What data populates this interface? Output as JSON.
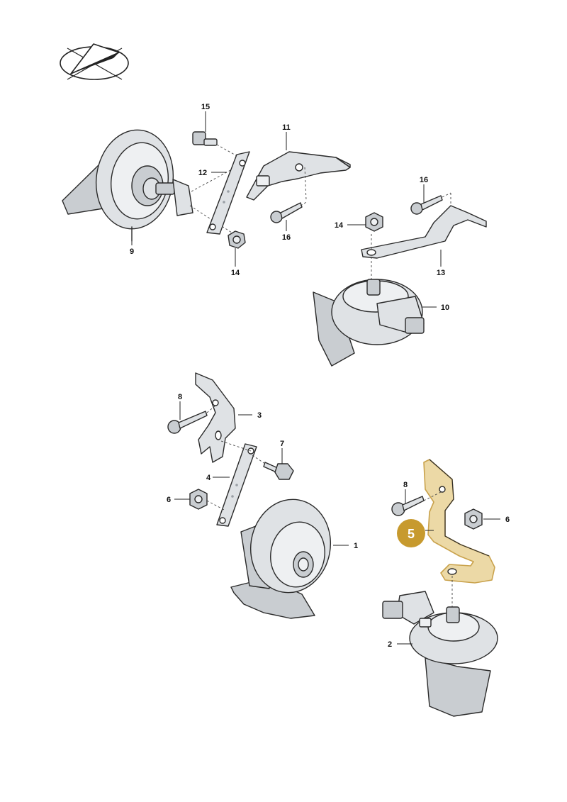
{
  "labels": {
    "p1": "1",
    "p2": "2",
    "p3": "3",
    "p4": "4",
    "p5": "5",
    "p6a": "6",
    "p6b": "6",
    "p7": "7",
    "p8a": "8",
    "p8b": "8",
    "p9": "9",
    "p10": "10",
    "p11": "11",
    "p12": "12",
    "p13": "13",
    "p14a": "14",
    "p14b": "14",
    "p15": "15",
    "p16a": "16",
    "p16b": "16"
  },
  "colors": {
    "highlight_fill": "#ecd9a6",
    "highlight_stroke": "#c9a24c",
    "badge": "#c79a2e"
  },
  "highlighted_part": "5",
  "logo_icon": "orientation-arrow-icon"
}
